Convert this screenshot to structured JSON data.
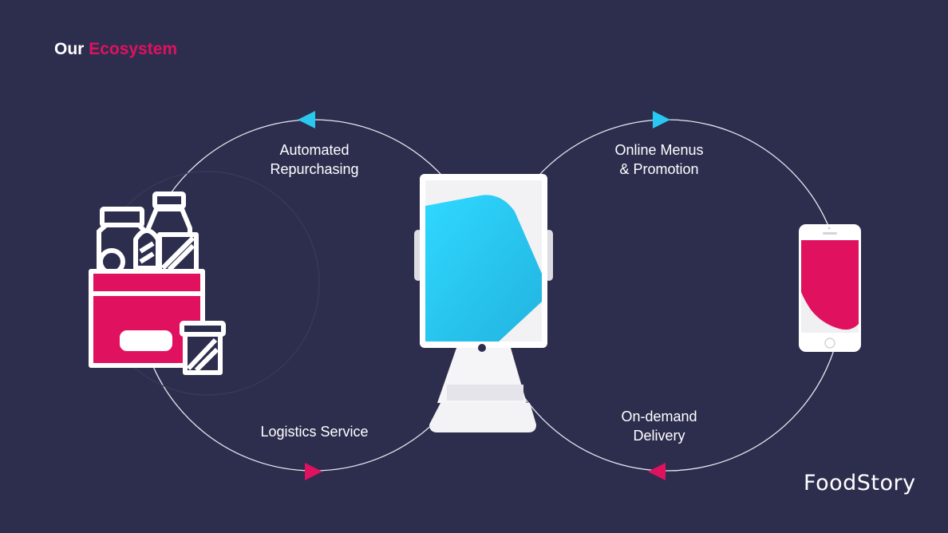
{
  "header": {
    "title_part1": "Our",
    "title_part2": "Ecosystem"
  },
  "labels": {
    "top_left_line1": "Automated",
    "top_left_line2": "Repurchasing",
    "bottom_left": "Logistics Service",
    "top_right_line1": "Online Menus",
    "top_right_line2": "& Promotion",
    "bottom_right_line1": "On-demand",
    "bottom_right_line2": "Delivery"
  },
  "brand": {
    "logo_text": "FoodStory"
  },
  "icons": [
    "grocery-bag-icon",
    "pos-tablet-stand-icon",
    "smartphone-icon",
    "arrow-left-icon",
    "arrow-right-icon"
  ],
  "colors": {
    "background": "#2d2e4e",
    "accent": "#e0115f",
    "cyan": "#29c8f0",
    "white": "#ffffff"
  }
}
